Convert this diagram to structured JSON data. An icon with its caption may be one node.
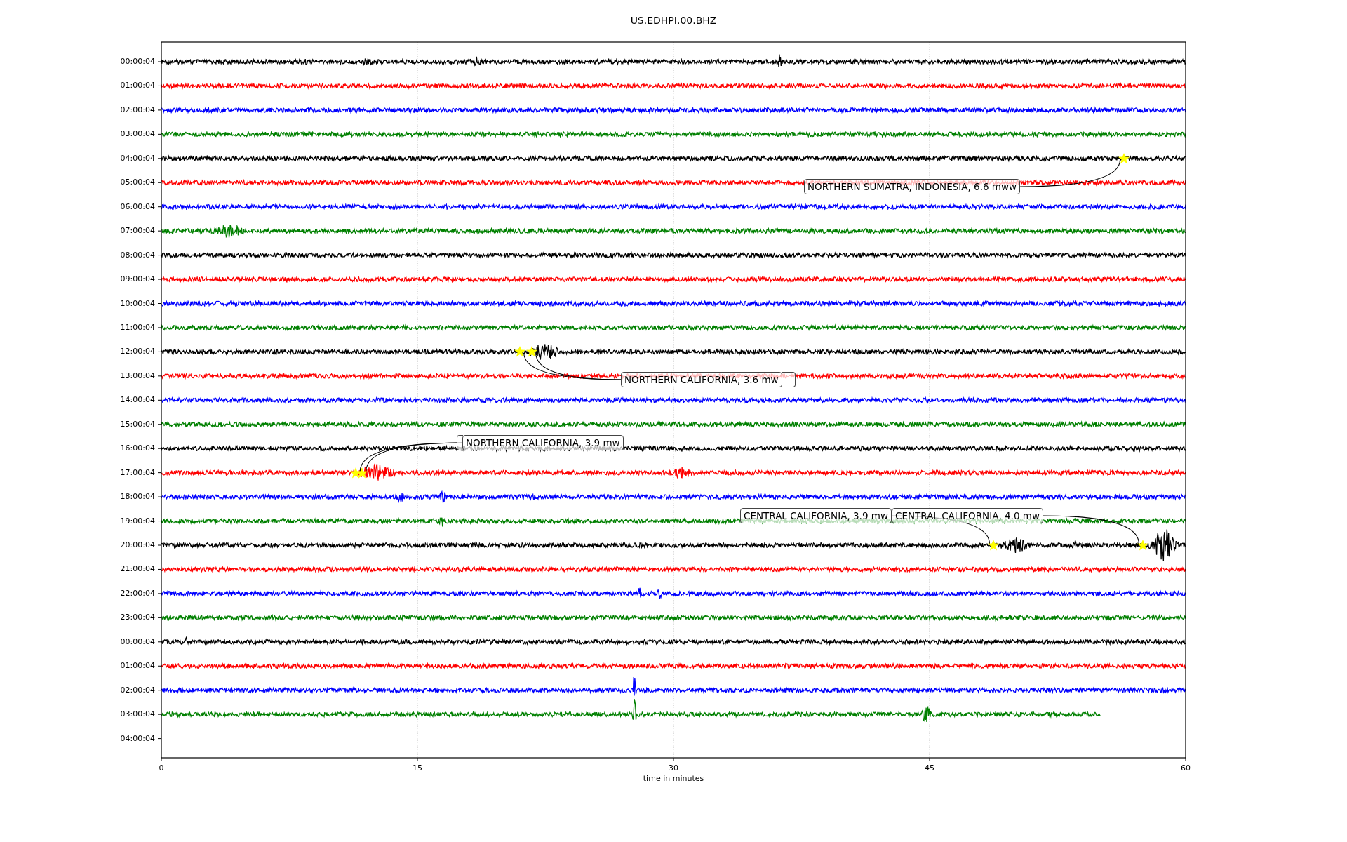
{
  "diagram": {
    "title": "US.EDHPI.00.BHZ",
    "nodes": [
      {
        "text": [
          "NORTHERN SUMATRA, INDONESIA, 6.6 mww"
        ]
      },
      {
        "text": [],
        "shape": "star"
      },
      {
        "text": [],
        "shape": "box"
      },
      {
        "text": [
          "NORTHERN CALIFORNIA, 3.6 mw"
        ]
      },
      {
        "text": [],
        "shape": "star"
      },
      {
        "text": [],
        "shape": "star"
      },
      {
        "text": [],
        "shape": "box"
      },
      {
        "text": [
          "NORTHERN CALIFORNIA, 3.9 mw"
        ]
      },
      {
        "text": [],
        "shape": "star"
      },
      {
        "text": [],
        "shape": "star"
      },
      {
        "text": [
          "CENTRAL CALIFORNIA, 3.9 mw"
        ]
      },
      {
        "text": [
          "CENTRAL CALIFORNIA, 4.0 mw"
        ]
      },
      {
        "text": [],
        "shape": "star"
      },
      {
        "text": [],
        "shape": "star"
      }
    ],
    "edges": [
      {
        "from": 0,
        "to": 1,
        "arrow": "none"
      },
      {
        "from": 3,
        "to": 4,
        "arrow": "none"
      },
      {
        "from": 3,
        "to": 5,
        "arrow": "none"
      },
      {
        "from": 7,
        "to": 8,
        "arrow": "none"
      },
      {
        "from": 7,
        "to": 9,
        "arrow": "none"
      },
      {
        "from": 10,
        "to": 12,
        "arrow": "none"
      },
      {
        "from": 11,
        "to": 13,
        "arrow": "none"
      }
    ],
    "labels": [
      "00:00:04",
      "01:00:04",
      "02:00:04",
      "03:00:04",
      "04:00:04",
      "05:00:04",
      "06:00:04",
      "07:00:04",
      "08:00:04",
      "09:00:04",
      "10:00:04",
      "11:00:04",
      "12:00:04",
      "13:00:04",
      "14:00:04",
      "15:00:04",
      "16:00:04",
      "17:00:04",
      "18:00:04",
      "19:00:04",
      "20:00:04",
      "21:00:04",
      "22:00:04",
      "23:00:04",
      "00:00:04",
      "01:00:04",
      "02:00:04",
      "03:00:04",
      "04:00:04",
      "0",
      "15",
      "30",
      "45",
      "60",
      "time in minutes"
    ]
  }
}
